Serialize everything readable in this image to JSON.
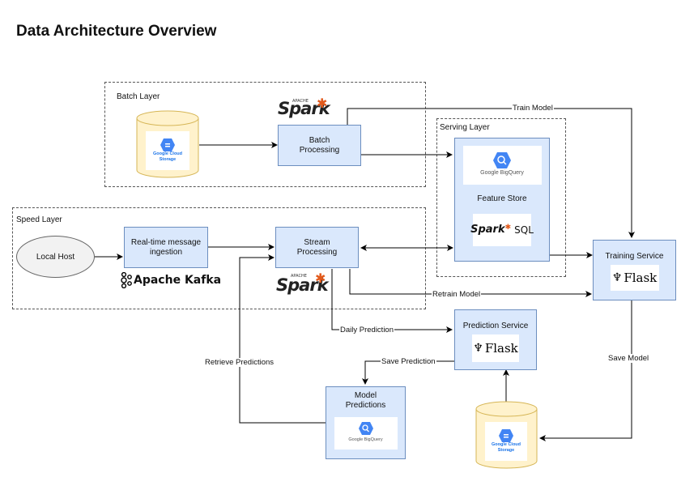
{
  "title": "Data Architecture Overview",
  "layers": {
    "batch": "Batch Layer",
    "speed": "Speed Layer",
    "serving": "Serving Layer"
  },
  "nodes": {
    "batch_processing": "Batch\nProcessing",
    "realtime_ingestion": "Real-time message\ningestion",
    "stream_processing": "Stream\nProcessing",
    "feature_store": "Feature Store",
    "training_service": "Training Service",
    "prediction_service": "Prediction Service",
    "model_predictions": "Model\nPredictions",
    "local_host": "Local Host"
  },
  "logos": {
    "gcs": "Google Cloud\nStorage",
    "bigquery": "Google BigQuery",
    "spark": "Spark",
    "apache": "APACHE",
    "spark_sql": "SQL",
    "kafka": "Apache Kafka",
    "flask": "Flask"
  },
  "edges": {
    "train_model": "Train Model",
    "retrain_model": "Retrain Model",
    "daily_prediction": "Daily Prediction",
    "save_prediction": "Save Prediction",
    "retrieve_predictions": "Retrieve Predictions",
    "save_model": "Save Model"
  }
}
